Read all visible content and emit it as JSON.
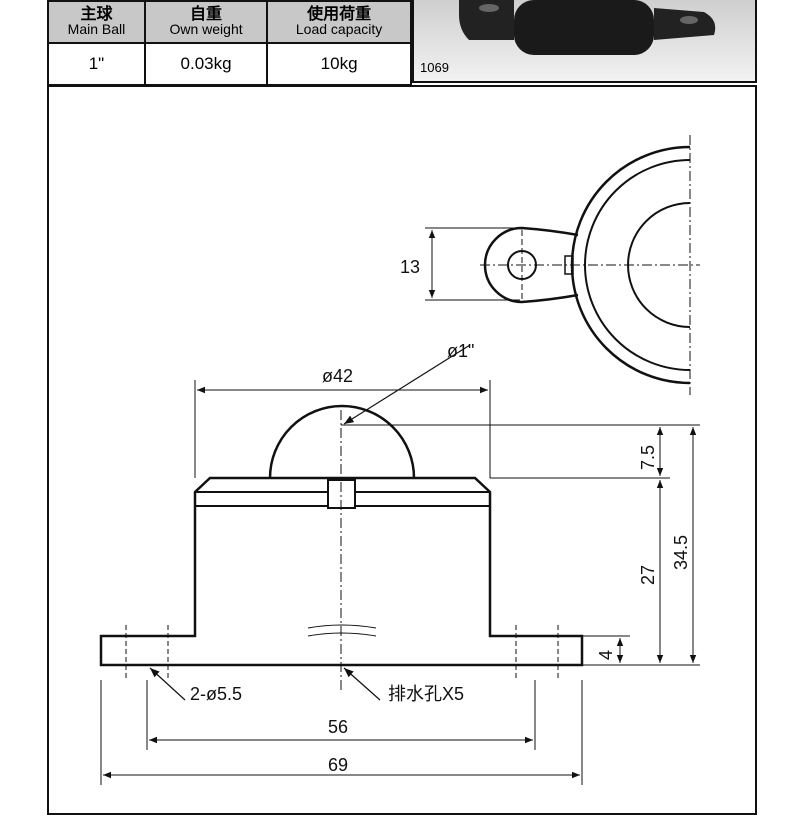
{
  "spec_table": {
    "headers": [
      {
        "cn": "主球",
        "en": "Main Ball"
      },
      {
        "cn": "自重",
        "en": "Own weight"
      },
      {
        "cn": "使用荷重",
        "en": "Load capacity"
      }
    ],
    "values": [
      "1\"",
      "0.03kg",
      "10kg"
    ]
  },
  "product": {
    "model": "1069"
  },
  "drawing": {
    "dim_ear_width": "13",
    "dim_ball": "ø1\"",
    "dim_body_dia": "ø42",
    "dim_ball_height": "7.5",
    "dim_total_height": "34.5",
    "dim_body_height": "27",
    "dim_base_thickness": "4",
    "dim_holes": "2-ø5.5",
    "dim_drain": "排水孔X5",
    "dim_hole_spacing": "56",
    "dim_base_length": "69"
  }
}
